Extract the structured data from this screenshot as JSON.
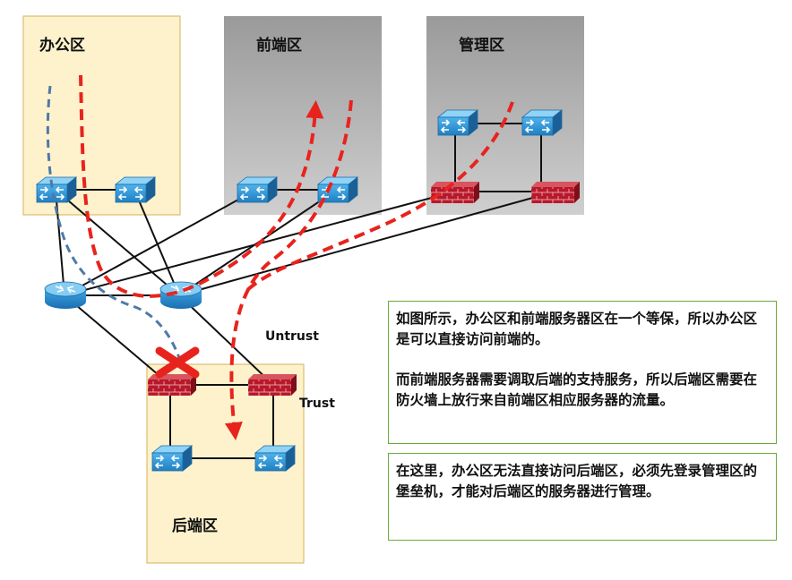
{
  "zones": {
    "office": "办公区",
    "frontend": "前端区",
    "management": "管理区",
    "backend": "后端区"
  },
  "interfaces": {
    "untrust": "Untrust",
    "trust": "Trust"
  },
  "notes": [
    {
      "paragraphs": [
        "如图所示，办公区和前端服务器区在一个等保，所以办公区是可以直接访问前端的。",
        "而前端服务器需要调取后端的支持服务，所以后端区需要在防火墙上放行来自前端区相应服务器的流量。"
      ]
    },
    {
      "paragraphs": [
        "在这里，办公区无法直接访问后端区，必须先登录管理区的堡垒机，才能对后端区的服务器进行管理。"
      ]
    }
  ],
  "colors": {
    "zone_yellow": "#fdf2cc",
    "zone_yellow_border": "#d4b25a",
    "zone_gray": "#a8a8a8",
    "switch_blue": "#2e8fd0",
    "firewall_red": "#b8182a",
    "flow_red": "#e8231d",
    "flow_blue": "#4f79a8",
    "note_border": "#6aaa3a"
  },
  "icons": [
    "switch-icon",
    "router-icon",
    "firewall-icon",
    "blocked-x-icon"
  ]
}
